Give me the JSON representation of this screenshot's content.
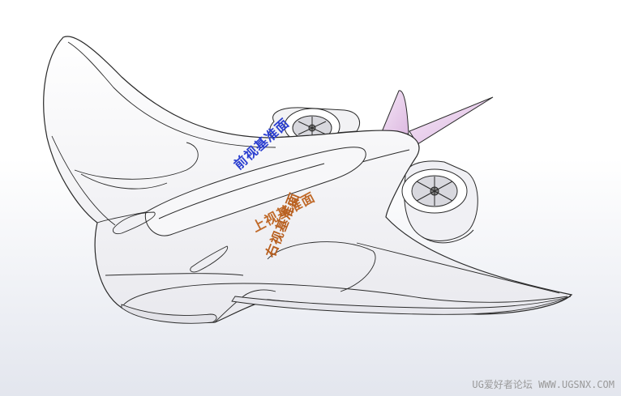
{
  "planes": {
    "front": "前视基准面",
    "top": "上视基准面",
    "right": "右视基准面"
  },
  "watermark": "UG爱好者论坛 WWW.UGSNX.COM",
  "colors": {
    "background": "#ffffff",
    "edge": "#2a2a2a",
    "fin": "#e8c8ec",
    "front_plane_label": "#2b3fd0",
    "side_plane_label": "#c06a2a"
  }
}
